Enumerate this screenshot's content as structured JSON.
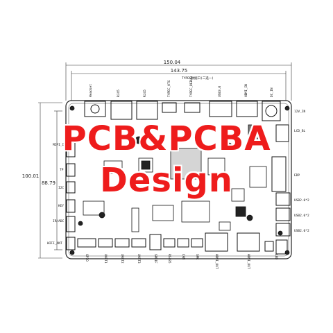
{
  "title": {
    "line1": "PCB&PCBA",
    "line2": "Design"
  },
  "dimensions": {
    "width_outer": "150.04",
    "width_inner": "143.75",
    "height_outer": "100.01",
    "height_inner": "88.79"
  },
  "top_labels": [
    "Headset",
    "RJ45",
    "RJ45",
    "TYPEC_OTG",
    "TYPEC_DEBUG",
    "USB3.0",
    "HDMI_IN",
    "DC_IN",
    "TYPEC数据口(二选一)"
  ],
  "right_labels": [
    "12V_IN",
    "LCD_BL",
    "EDP",
    "USB2.0*2",
    "USB2.0*2",
    "USB2.0*2"
  ],
  "left_labels": [
    "MIPI_I",
    "TP",
    "I2C",
    "KEY",
    "IR/ADC",
    "WIFI_ANT"
  ],
  "bottom_labels": [
    "GPIO",
    "UART1",
    "UART2",
    "UART3",
    "SPDIF",
    "RS485",
    "CAN",
    "SPK",
    "HDMI_OUT",
    "HDMI_OUT",
    "LED"
  ]
}
